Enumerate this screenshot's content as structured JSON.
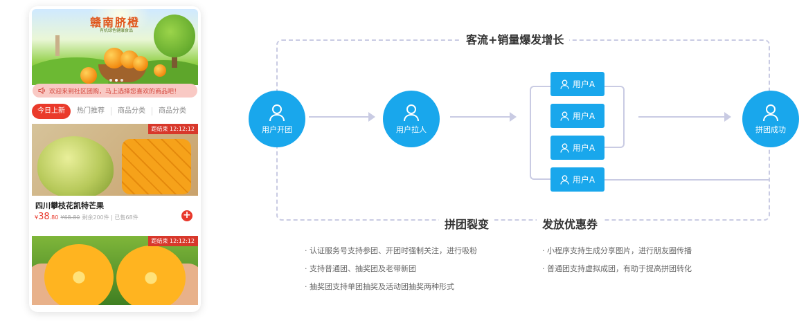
{
  "phone": {
    "banner_title": "赣南脐橙",
    "banner_subtitle": "有机绿色健康食品",
    "notice": "欢迎来到社区团购，马上选择您喜欢的商品吧！",
    "tabs": [
      "今日上新",
      "热门推荐",
      "商品分类",
      "商品分类"
    ],
    "products": [
      {
        "timer": "距结束 12:12:12",
        "name": "四川攀枝花凯特芒果",
        "currency": "¥",
        "price_int": "38",
        "price_dec": ".80",
        "old_price": "¥68.80",
        "stock": "剩余200件 | 已售68件"
      },
      {
        "timer": "距结束 12:12:12"
      }
    ]
  },
  "diagram": {
    "top_heading": "客流+销量爆发增长",
    "nodes": {
      "start": "用户开团",
      "invite": "用户拉人",
      "success": "拼团成功"
    },
    "users": [
      "用户A",
      "用户A",
      "用户A",
      "用户A"
    ],
    "left_heading": "拼团裂变",
    "right_heading": "发放优惠券",
    "left_bullets": [
      "· 认证服务号支持参团、开团时强制关注，进行吸粉",
      "· 支持普通团、抽奖团及老带新团",
      "· 抽奖团支持单团抽奖及活动团抽奖两种形式"
    ],
    "right_bullets": [
      "· 小程序支持生成分享图片，进行朋友圈传播",
      "· 普通团支持虚拟成团，有助于提高拼团转化"
    ]
  },
  "colors": {
    "accent_blue": "#19a7ec",
    "accent_red": "#e8382b",
    "line_gray": "#c9cbe3"
  }
}
